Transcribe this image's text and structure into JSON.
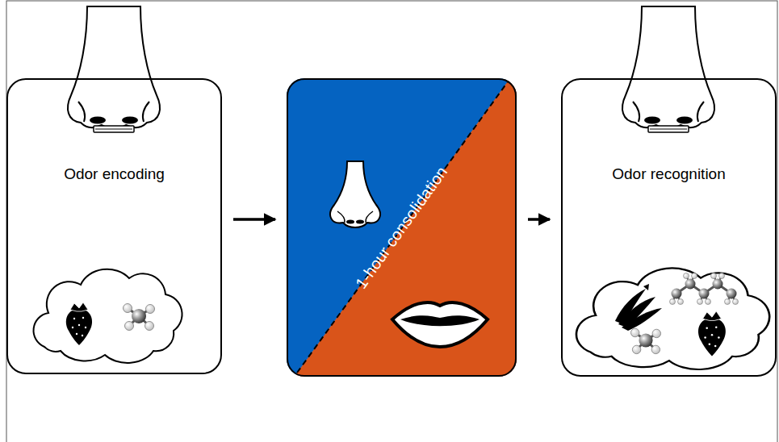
{
  "diagram": {
    "nodes": [
      {
        "text": [
          "Odor encoding"
        ]
      },
      {
        "text": [
          "1-hour consolidation"
        ]
      },
      {
        "text": [
          "Odor recognition"
        ]
      }
    ],
    "edges": [
      {
        "from": 0,
        "to": 1,
        "arrow": "to"
      },
      {
        "from": 1,
        "to": 2,
        "arrow": "to"
      }
    ]
  }
}
